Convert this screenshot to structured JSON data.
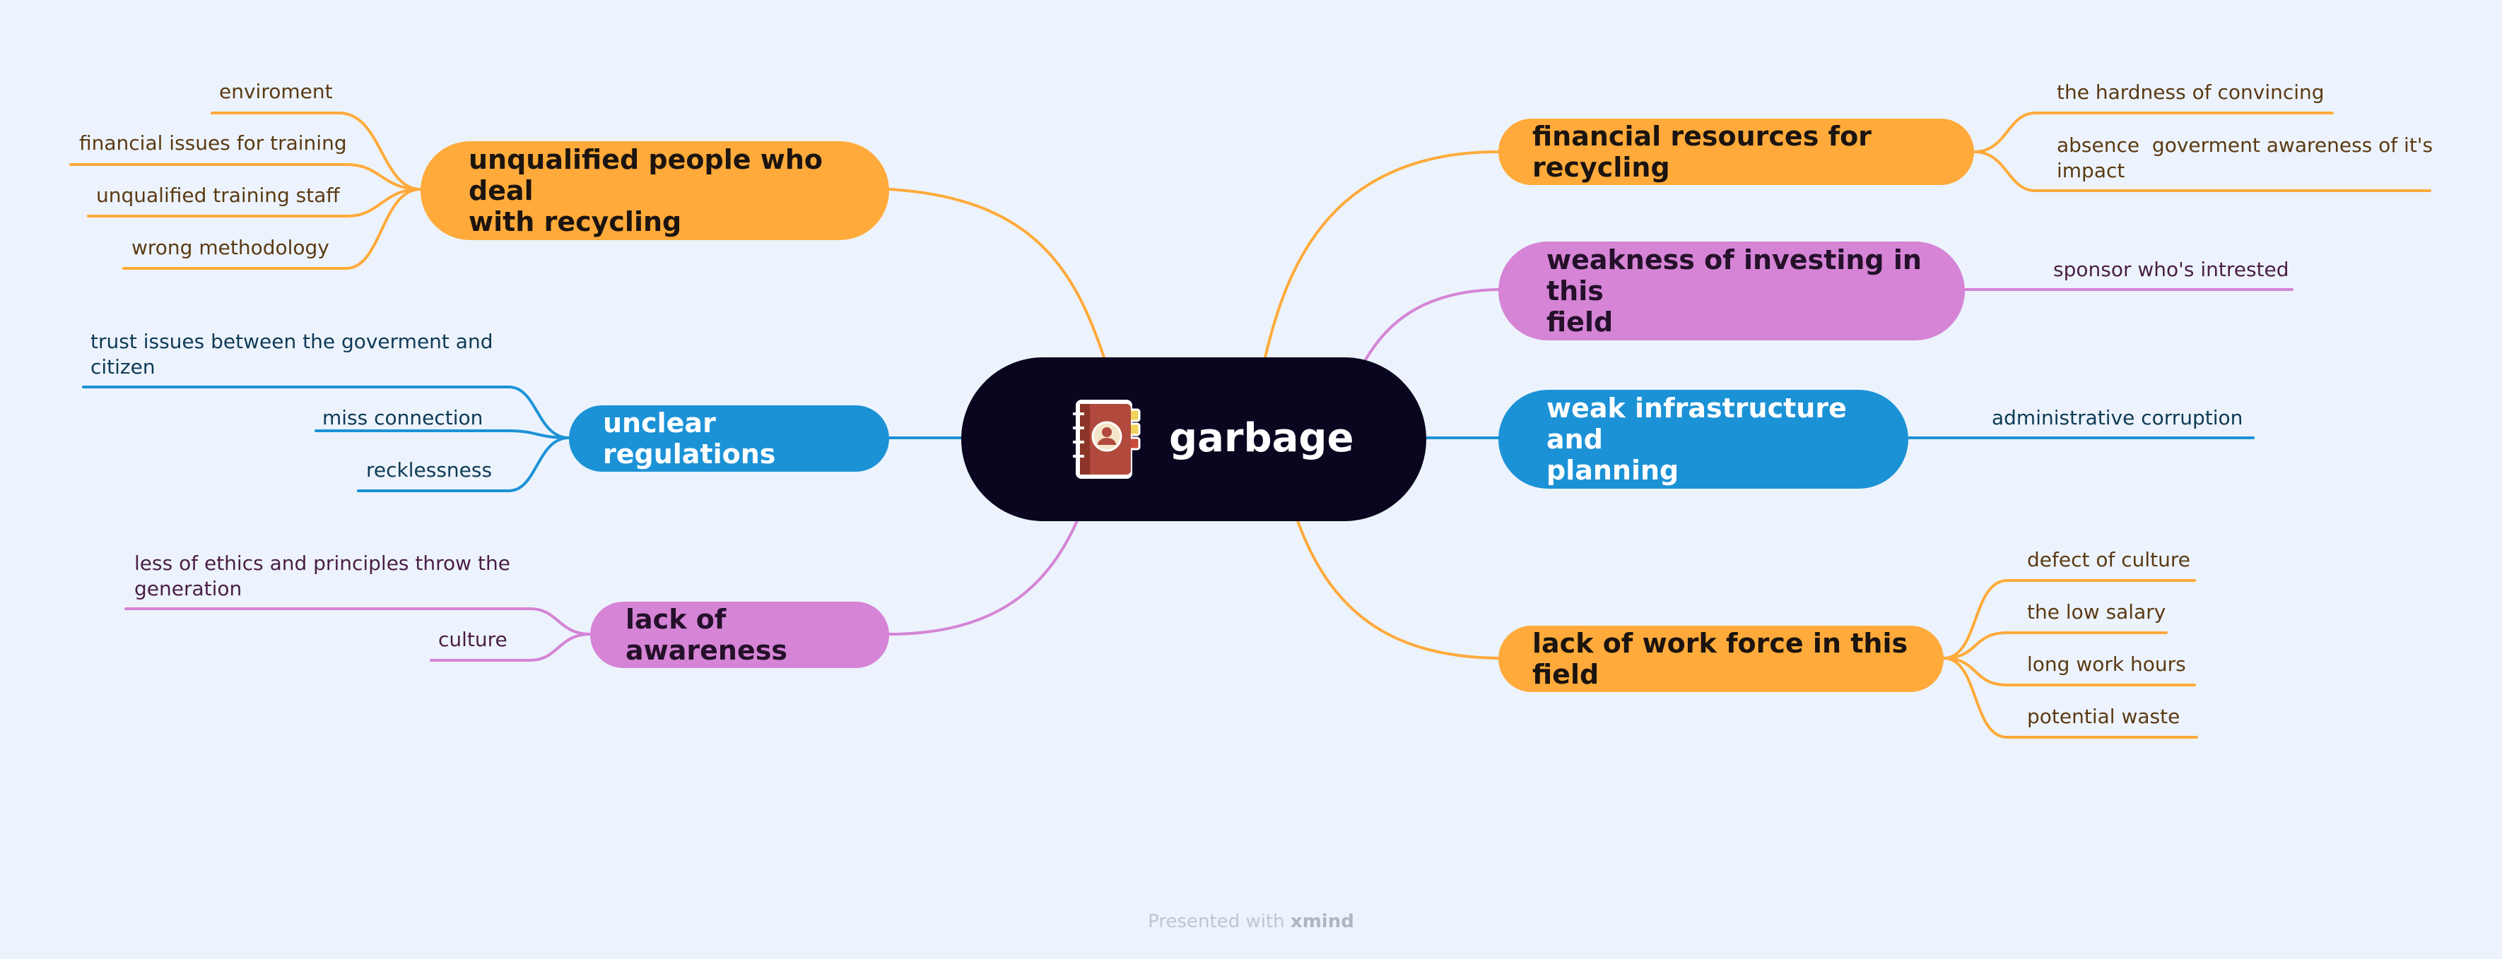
{
  "central": {
    "title": "garbage",
    "icon": "notebook-contact-icon"
  },
  "colors": {
    "orange": "#ffaa3a",
    "pink": "#d584d6",
    "blue": "#1c92d6",
    "central": "#0a0620",
    "background": "#ecf3fd"
  },
  "branches": {
    "unqualified": {
      "label_line1": "unqualified people who deal",
      "label_line2": "with recycling",
      "leaves": [
        "enviroment",
        "financial issues for training",
        "unqualified training staff",
        "wrong methodology"
      ]
    },
    "unclear": {
      "label": "unclear regulations",
      "leaves": [
        "trust issues between the goverment and",
        "citizen",
        "miss connection",
        "recklessness"
      ]
    },
    "awareness": {
      "label": "lack of awareness",
      "leaves": [
        "less of ethics and principles throw the",
        "generation",
        "culture"
      ]
    },
    "financial": {
      "label": "financial resources for recycling",
      "leaves": [
        "the hardness of convincing",
        "absence  goverment awareness of it's",
        "impact"
      ]
    },
    "investing": {
      "label_line1": "weakness of investing in this",
      "label_line2": "field",
      "leaves": [
        "sponsor who's intrested"
      ]
    },
    "infrastructure": {
      "label_line1": "weak infrastructure and",
      "label_line2": "planning",
      "leaves": [
        "administrative corruption"
      ]
    },
    "workforce": {
      "label": "lack of work force in this field",
      "leaves": [
        "defect of culture",
        "the low salary",
        "long work hours",
        "potential waste"
      ]
    }
  },
  "footer": {
    "prefix": "Presented with",
    "brand": "xmind"
  }
}
